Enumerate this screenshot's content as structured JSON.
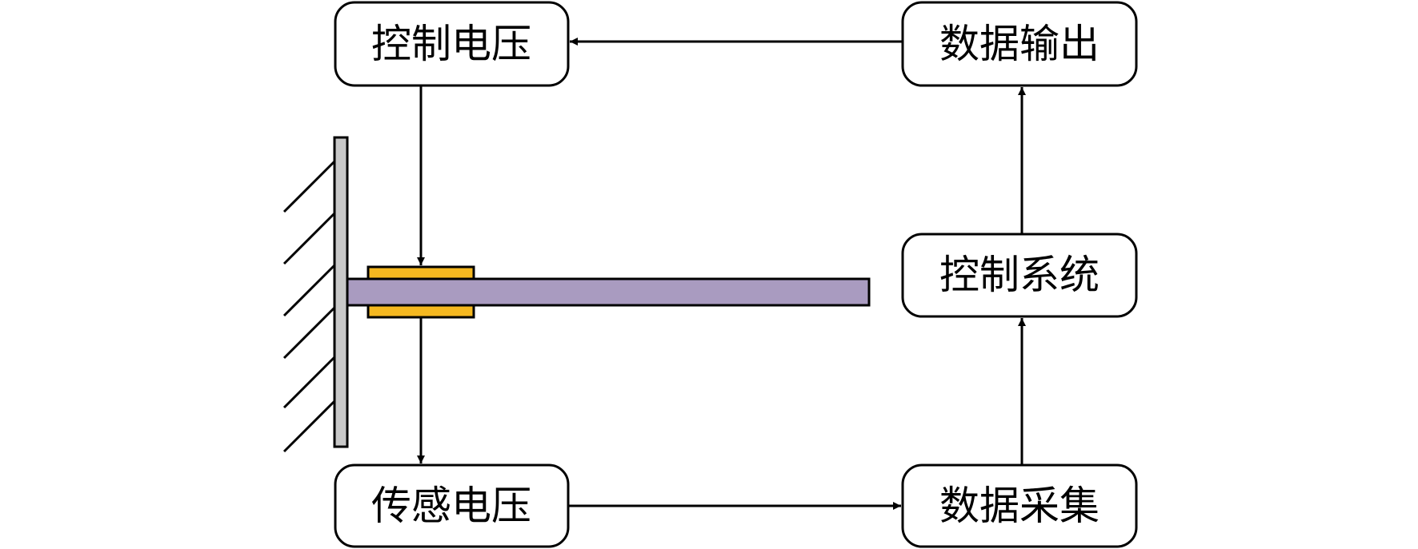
{
  "nodes": {
    "control_voltage": "控制电压",
    "data_output": "数据输出",
    "control_system": "控制系统",
    "sensing_voltage": "传感电压",
    "data_acquisition": "数据采集"
  },
  "colors": {
    "beam": "#A99BC0",
    "piezo_patch": "#F5B820",
    "clamp_plate": "#C8C8C8",
    "stroke": "#000000",
    "node_fill": "#FFFFFF"
  }
}
